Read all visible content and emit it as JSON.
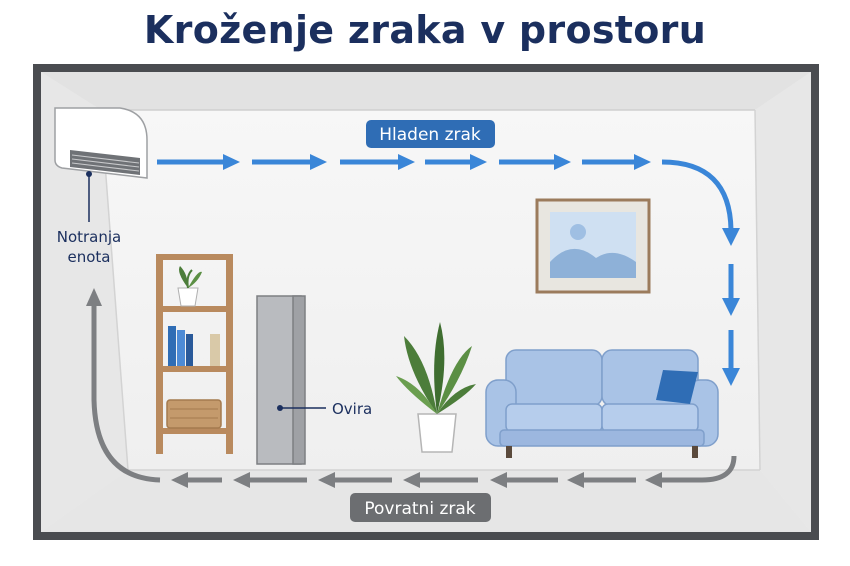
{
  "title": "Kroženje zraka v prostoru",
  "labels": {
    "cold_air": "Hladen zrak",
    "return_air": "Povratni zrak",
    "indoor_unit_line1": "Notranja",
    "indoor_unit_line2": "enota",
    "obstacle": "Ovira"
  },
  "colors": {
    "title": "#1b2f5e",
    "cold_air": "#3a86d8",
    "cold_air_pill": "#2f6db5",
    "return_air": "#7d7f82",
    "return_air_pill": "#6c6e71",
    "frame": "#4a4c50",
    "sofa": "#a9c3e6",
    "obstacle": "#b9bbbf"
  },
  "icons": {
    "indoor_unit": "air-conditioner-icon",
    "shelf": "bookshelf-icon",
    "plant": "potted-plant-icon",
    "sofa": "sofa-icon",
    "picture": "landscape-picture-icon"
  }
}
